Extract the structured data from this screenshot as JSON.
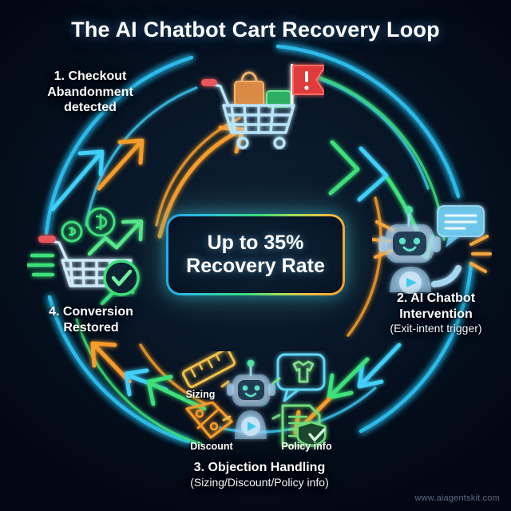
{
  "page": {
    "title": "The AI Chatbot Cart Recovery Loop",
    "watermark": "www.aiagentskit.com",
    "background_color": "#081728"
  },
  "center_badge": {
    "line1": "Up to 35%",
    "line2": "Recovery Rate",
    "metric_value": "35%",
    "metric_label": "Recovery Rate",
    "border_gradient": [
      "#21a6ee",
      "#36dd78",
      "#f59c29"
    ]
  },
  "steps": [
    {
      "number": "1.",
      "title": "1. Checkout",
      "title_line2": "Abandonment",
      "title_line3": "detected",
      "subtitle": "",
      "icon": "shopping-cart-abandoned-icon",
      "position": "top"
    },
    {
      "number": "2.",
      "title": "2. AI Chatbot",
      "title_line2": "Intervention",
      "subtitle": "(Exit-intent trigger)",
      "icon": "chatbot-waving-icon",
      "position": "right"
    },
    {
      "number": "3.",
      "title": "3. Objection Handling",
      "subtitle": "(Sizing/Discount/Policy info)",
      "icon": "chatbot-objections-icon",
      "position": "bottom"
    },
    {
      "number": "4.",
      "title": "4. Conversion",
      "title_line2": "Restored",
      "subtitle": "",
      "icon": "shopping-cart-success-icon",
      "position": "left"
    }
  ],
  "objection_icons": [
    {
      "label": "Sizing",
      "icon": "ruler-icon",
      "color": "#f3c04a"
    },
    {
      "label": "Discount",
      "icon": "discount-tag-icon",
      "color": "#f59c29"
    },
    {
      "label": "Policy info",
      "icon": "document-shield-icon",
      "color": "#6ee07a"
    },
    {
      "label": "",
      "icon": "tshirt-speech-bubble-icon",
      "color": "#7ee08a"
    }
  ],
  "colors": {
    "neon_cyan": "#2fc4f5",
    "neon_green": "#3ce07a",
    "neon_orange": "#f59c29",
    "neon_red": "#e8403f",
    "text_primary": "#ffffff",
    "watermark": "#5d6b80"
  }
}
